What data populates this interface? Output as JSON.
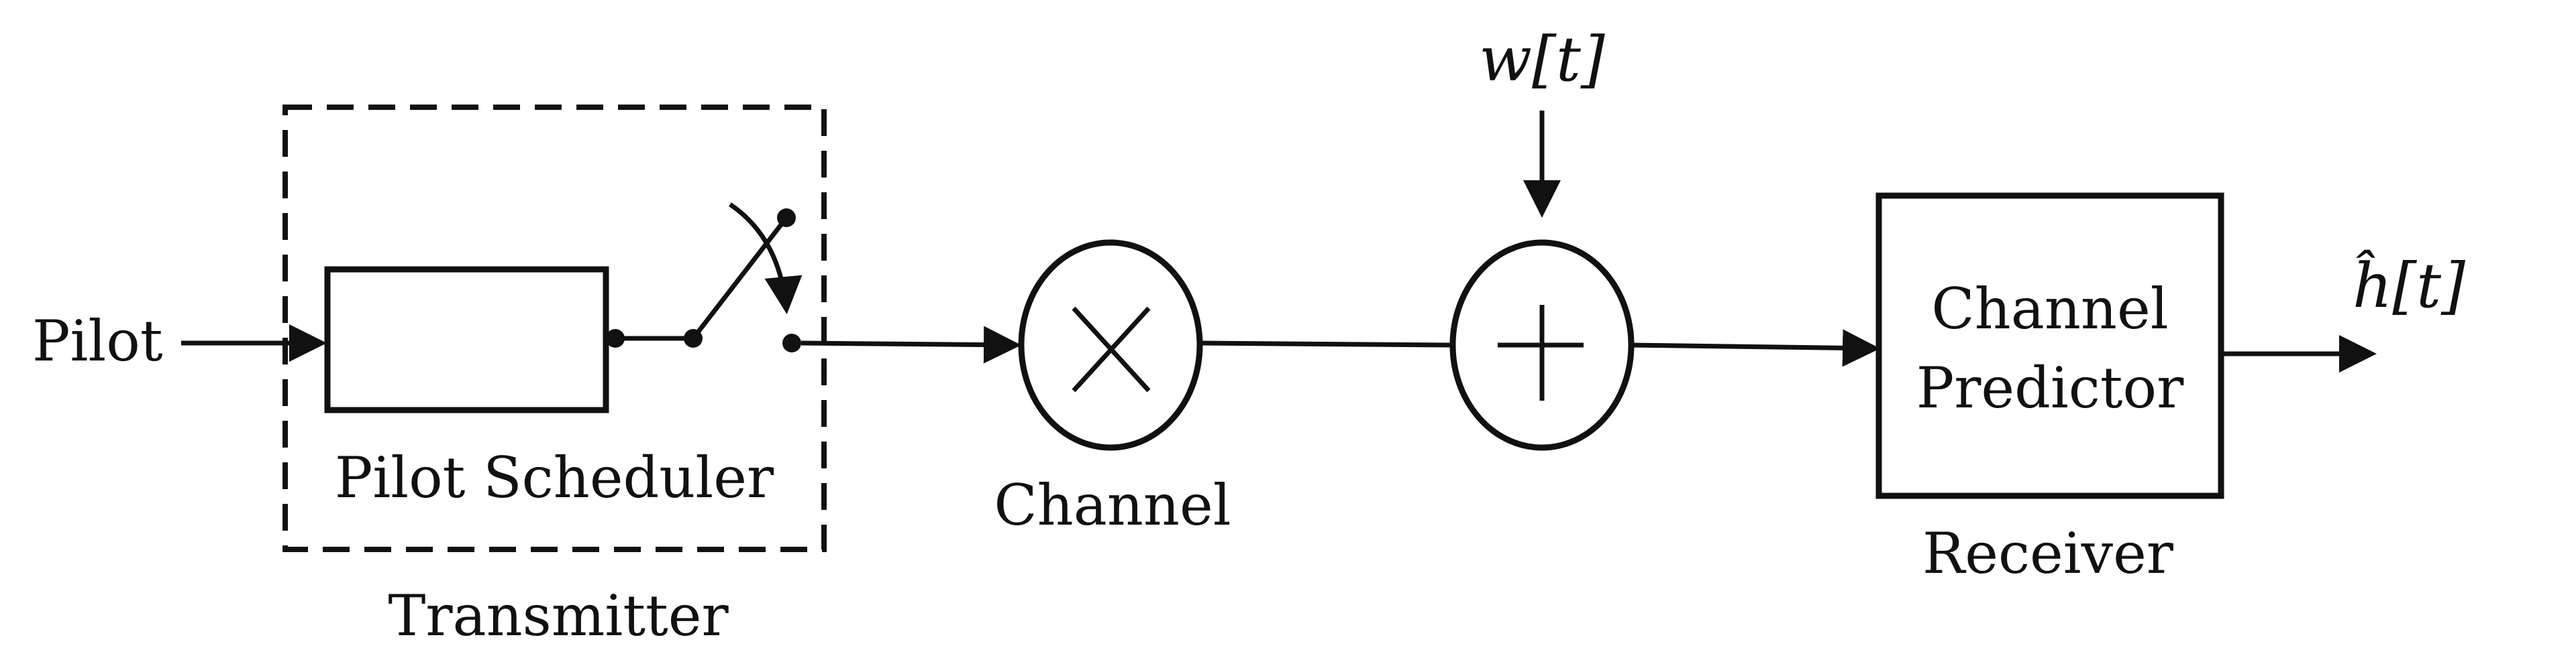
{
  "labels": {
    "pilot": "Pilot",
    "pilot_scheduler": "Pilot Scheduler",
    "transmitter": "Transmitter",
    "channel": "Channel",
    "noise": "w[t]",
    "channel_predictor_line1": "Channel",
    "channel_predictor_line2": "Predictor",
    "receiver": "Receiver",
    "output": "ĥ[t]"
  }
}
